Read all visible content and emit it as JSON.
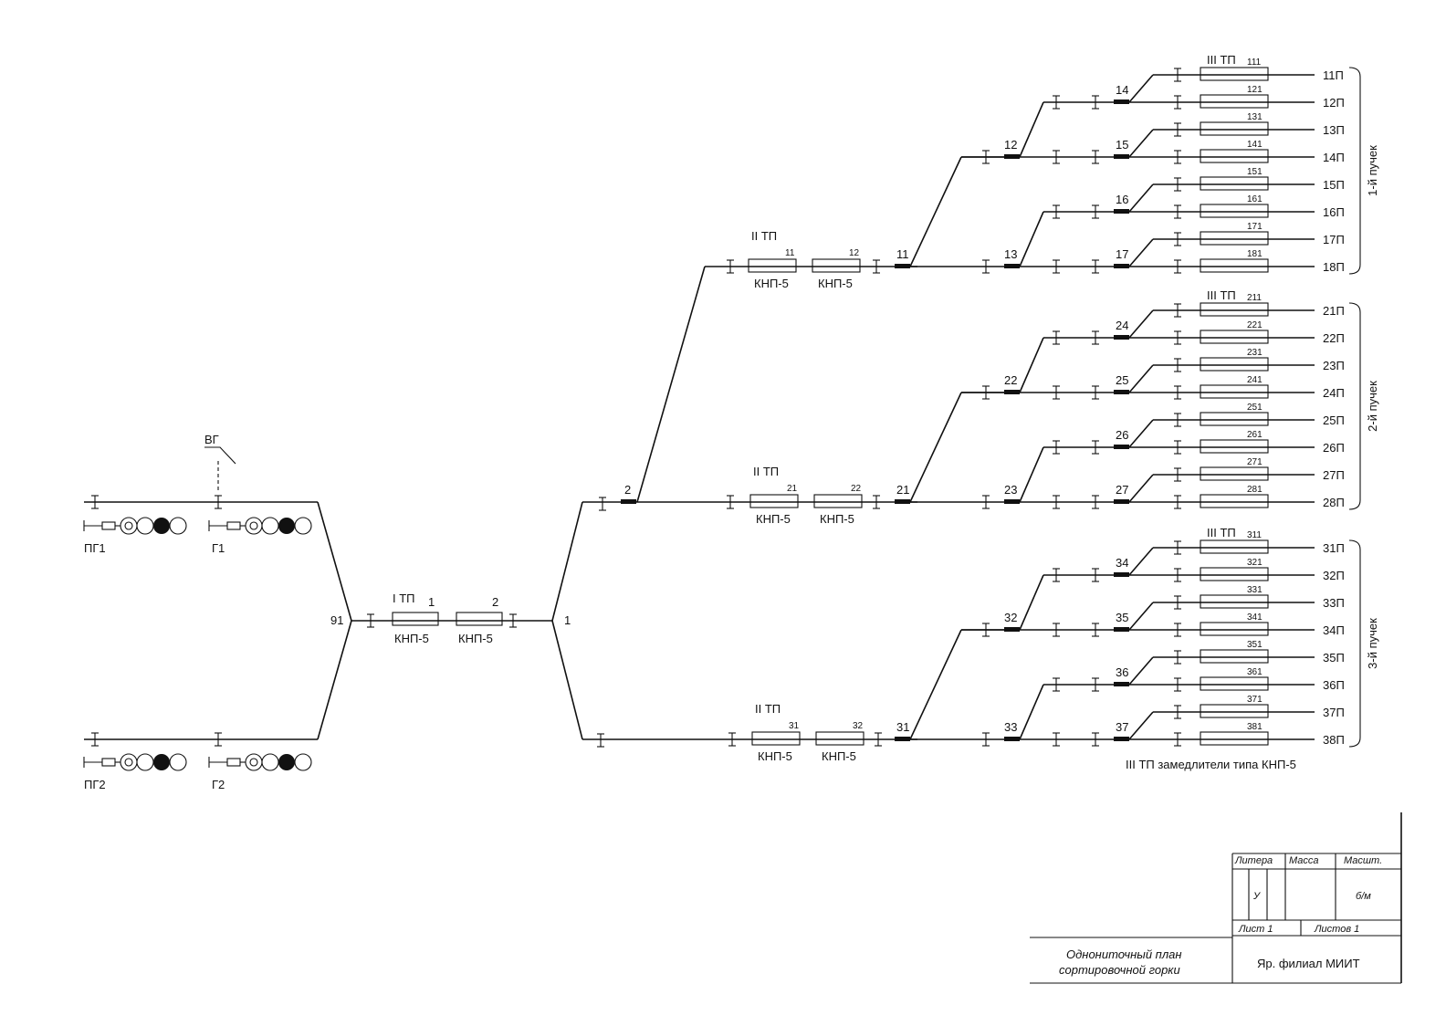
{
  "approach": {
    "hump_signal_label": "ВГ",
    "upper_signals": [
      "ПГ1",
      "Г1"
    ],
    "lower_signals": [
      "ПГ2",
      "Г2"
    ],
    "hump_switch": "91"
  },
  "zone1": {
    "title": "I ТП",
    "retarders": [
      {
        "num": "1",
        "type": "КНП-5"
      },
      {
        "num": "2",
        "type": "КНП-5"
      }
    ],
    "split_switch": "1"
  },
  "switch_2": "2",
  "groups": [
    {
      "name": "1-й пучек",
      "zone2_title": "II ТП",
      "zone2_retarders": [
        {
          "num": "11",
          "type": "КНП-5"
        },
        {
          "num": "12",
          "type": "КНП-5"
        }
      ],
      "switches": {
        "root": "11",
        "upper": "12",
        "lower": "13",
        "s1": "14",
        "s2": "15",
        "s3": "16",
        "s4": "17"
      },
      "zone3_title": "III ТП",
      "tracks": [
        {
          "name": "11П",
          "retarder": "111"
        },
        {
          "name": "12П",
          "retarder": "121"
        },
        {
          "name": "13П",
          "retarder": "131"
        },
        {
          "name": "14П",
          "retarder": "141"
        },
        {
          "name": "15П",
          "retarder": "151"
        },
        {
          "name": "16П",
          "retarder": "161"
        },
        {
          "name": "17П",
          "retarder": "171"
        },
        {
          "name": "18П",
          "retarder": "181"
        }
      ]
    },
    {
      "name": "2-й пучек",
      "zone2_title": "II ТП",
      "zone2_retarders": [
        {
          "num": "21",
          "type": "КНП-5"
        },
        {
          "num": "22",
          "type": "КНП-5"
        }
      ],
      "switches": {
        "root": "21",
        "upper": "22",
        "lower": "23",
        "s1": "24",
        "s2": "25",
        "s3": "26",
        "s4": "27"
      },
      "zone3_title": "III ТП",
      "tracks": [
        {
          "name": "21П",
          "retarder": "211"
        },
        {
          "name": "22П",
          "retarder": "221"
        },
        {
          "name": "23П",
          "retarder": "231"
        },
        {
          "name": "24П",
          "retarder": "241"
        },
        {
          "name": "25П",
          "retarder": "251"
        },
        {
          "name": "26П",
          "retarder": "261"
        },
        {
          "name": "27П",
          "retarder": "271"
        },
        {
          "name": "28П",
          "retarder": "281"
        }
      ]
    },
    {
      "name": "3-й пучек",
      "zone2_title": "II ТП",
      "zone2_retarders": [
        {
          "num": "31",
          "type": "КНП-5"
        },
        {
          "num": "32",
          "type": "КНП-5"
        }
      ],
      "switches": {
        "root": "31",
        "upper": "32",
        "lower": "33",
        "s1": "34",
        "s2": "35",
        "s3": "36",
        "s4": "37"
      },
      "zone3_title": "III ТП",
      "tracks": [
        {
          "name": "31П",
          "retarder": "311"
        },
        {
          "name": "32П",
          "retarder": "321"
        },
        {
          "name": "33П",
          "retarder": "331"
        },
        {
          "name": "34П",
          "retarder": "341"
        },
        {
          "name": "35П",
          "retarder": "351"
        },
        {
          "name": "36П",
          "retarder": "361"
        },
        {
          "name": "37П",
          "retarder": "371"
        },
        {
          "name": "38П",
          "retarder": "381"
        }
      ]
    }
  ],
  "zone3_note": "III ТП замедлители типа КНП-5",
  "title_block": {
    "litera_header": "Литера",
    "mass_header": "Масса",
    "scale_header": "Масшт.",
    "litera_value": "У",
    "scale_value": "б/м",
    "sheet": "Лист 1",
    "sheets": "Листов 1",
    "title_line1": "Однониточный план",
    "title_line2": "сортировочной горки",
    "organization": "Яр. филиал МИИТ"
  }
}
